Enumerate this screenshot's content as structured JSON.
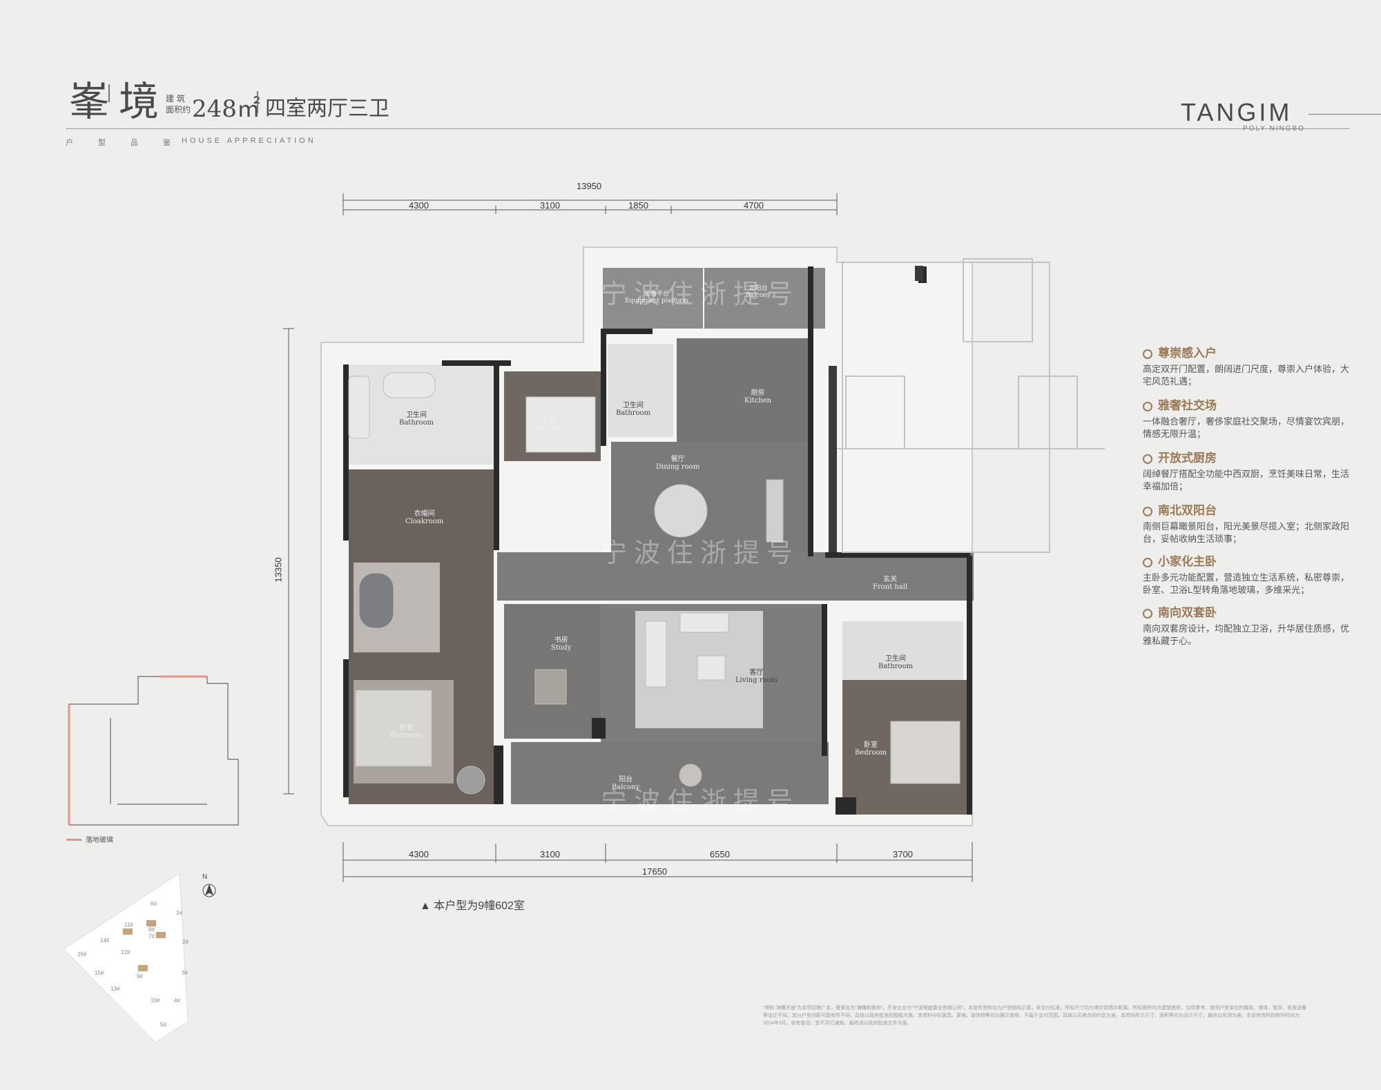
{
  "header": {
    "name": "峯境",
    "area_label_line1": "建 筑",
    "area_label_line2": "面积约",
    "area_value": "248㎡",
    "layout_type": "四室两厅三卫",
    "subtitle_cn": "户型品鉴",
    "subtitle_en": "HOUSE APPRECIATION"
  },
  "brand": {
    "name": "TANGIM",
    "sub": "POLY NINGBO"
  },
  "dimensions": {
    "top_total": "13950",
    "top": [
      "4300",
      "3100",
      "1850",
      "4700"
    ],
    "bottom": [
      "4300",
      "3100",
      "6550",
      "3700"
    ],
    "bottom_total": "17650",
    "left": "13350"
  },
  "rooms": {
    "equipment": {
      "cn": "设备平台",
      "en": "Equipment platform"
    },
    "balcony_north": {
      "cn": "北阳台",
      "en": "Balcony"
    },
    "bath1": {
      "cn": "卫生间",
      "en": "Bathroom"
    },
    "bedroom1": {
      "cn": "卧室",
      "en": "Bedroom"
    },
    "bath2": {
      "cn": "卫生间",
      "en": "Bathroom"
    },
    "kitchen": {
      "cn": "厨房",
      "en": "Kitchen"
    },
    "dining": {
      "cn": "餐厅",
      "en": "Dining room"
    },
    "cloak": {
      "cn": "衣帽间",
      "en": "Cloakroom"
    },
    "front_hall": {
      "cn": "玄关",
      "en": "Front hall"
    },
    "study": {
      "cn": "书房",
      "en": "Study"
    },
    "living": {
      "cn": "客厅",
      "en": "Living room"
    },
    "bath3": {
      "cn": "卫生间",
      "en": "Bathroom"
    },
    "master": {
      "cn": "卧室",
      "en": "Bedroom"
    },
    "bedroom3": {
      "cn": "卧室",
      "en": "Bedroom"
    },
    "balcony_south": {
      "cn": "阳台",
      "en": "Balcony"
    }
  },
  "features": [
    {
      "title": "尊崇感入户",
      "desc": "高定双开门配置，朗阔进门尺度，尊崇入户体验，大宅风范礼遇；"
    },
    {
      "title": "雅奢社交场",
      "desc": "一体融合奢厅，奢侈家庭社交聚场，尽情宴饮宾朋，情感无限升温；"
    },
    {
      "title": "开放式厨房",
      "desc": "阔绰餐厅搭配全功能中西双厨，烹饪美味日常，生活幸福加倍；"
    },
    {
      "title": "南北双阳台",
      "desc": "南侧巨幕瞰景阳台，阳光美景尽揽入室；北侧家政阳台，妥帖收纳生活琐事；"
    },
    {
      "title": "小家化主卧",
      "desc": "主卧多元功能配置，营造独立生活系统，私密尊崇，卧室、卫浴L型转角落地玻璃，多维采光；"
    },
    {
      "title": "南向双套卧",
      "desc": "南向双套房设计，均配独立卫浴，升华居住质感，优雅私藏于心。"
    }
  ],
  "unit_note": "▲ 本户型为9幢602室",
  "legend": {
    "label": "落地玻璃"
  },
  "north_label": "N",
  "site_buildings": [
    "6#",
    "1#",
    "11#",
    "8#",
    "7#",
    "2#",
    "14#",
    "12#",
    "16#",
    "9#",
    "3#",
    "15#",
    "13#",
    "10#",
    "4#",
    "5#"
  ],
  "watermark": "宁波住浙提号",
  "disclaimer": "\"保利·海曙天境\"为本项目推广名，备案名为\"海曙和璟府\"。开发企业为\"宁波保盛置业有限公司\"。本宣传资料仅为户型结构示意，非交付标准。所标尺寸均为墙中到墙中距离，所标面积均为建筑面积，仅供参考。相邻户型单位的楼板、墙体、管井、机电设备等设计不同，其分户型间距可能有所不同，具体以政府批准的图纸为准。本资料中的家具、家电、装饰物等均为展示使用，不属于交付范围，具体以买卖合同约定为准。本资料所示尺寸、面积等均为设计尺寸，最终以实测为准。本宣传资料的制作时间为2024年3月，如有变动，恕不另行通知，最终请以政府批准文件为准。"
}
